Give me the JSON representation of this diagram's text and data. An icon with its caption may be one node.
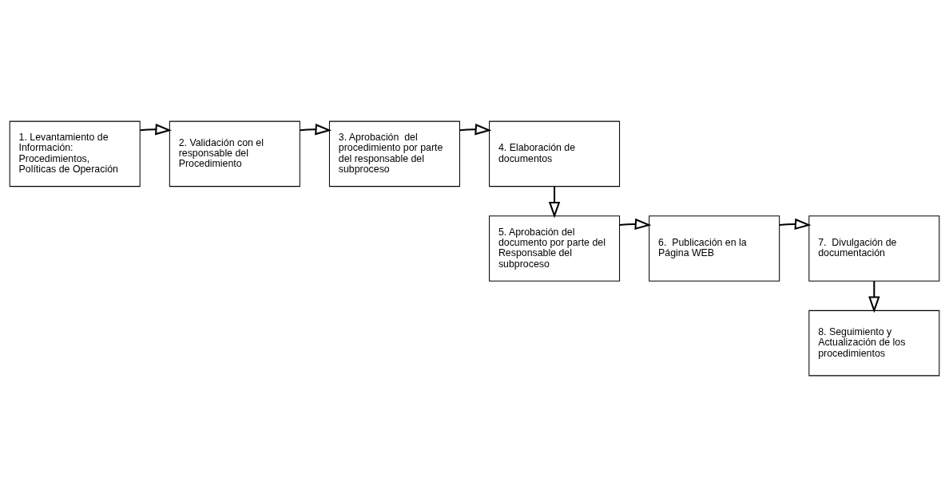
{
  "diagram": {
    "nodes": [
      {
        "text": [
          "1. Levantamiento de Información: Procedimientos, Políticas de Operación"
        ]
      },
      {
        "text": [
          "2. Validación con el responsable del Procedimiento"
        ]
      },
      {
        "text": [
          "3. Aprobación  del procedimiento por parte del responsable del subproceso"
        ]
      },
      {
        "text": [
          "4. Elaboración de documentos"
        ]
      },
      {
        "text": [
          "5. Aprobación del documento por parte del Responsable del subproceso"
        ]
      },
      {
        "text": [
          "6.  Publicación en la Página WEB"
        ]
      },
      {
        "text": [
          "7.  Divulgación de documentación"
        ]
      },
      {
        "text": [
          "8. Seguimiento y Actualización de los procedimientos"
        ]
      }
    ],
    "edges": [
      {
        "from": 0,
        "to": 1,
        "arrow": "to"
      },
      {
        "from": 1,
        "to": 2,
        "arrow": "to"
      },
      {
        "from": 2,
        "to": 3,
        "arrow": "to"
      },
      {
        "from": 3,
        "to": 4,
        "arrow": "to"
      },
      {
        "from": 4,
        "to": 5,
        "arrow": "to"
      },
      {
        "from": 5,
        "to": 6,
        "arrow": "to"
      },
      {
        "from": 6,
        "to": 7,
        "arrow": "to"
      }
    ]
  }
}
